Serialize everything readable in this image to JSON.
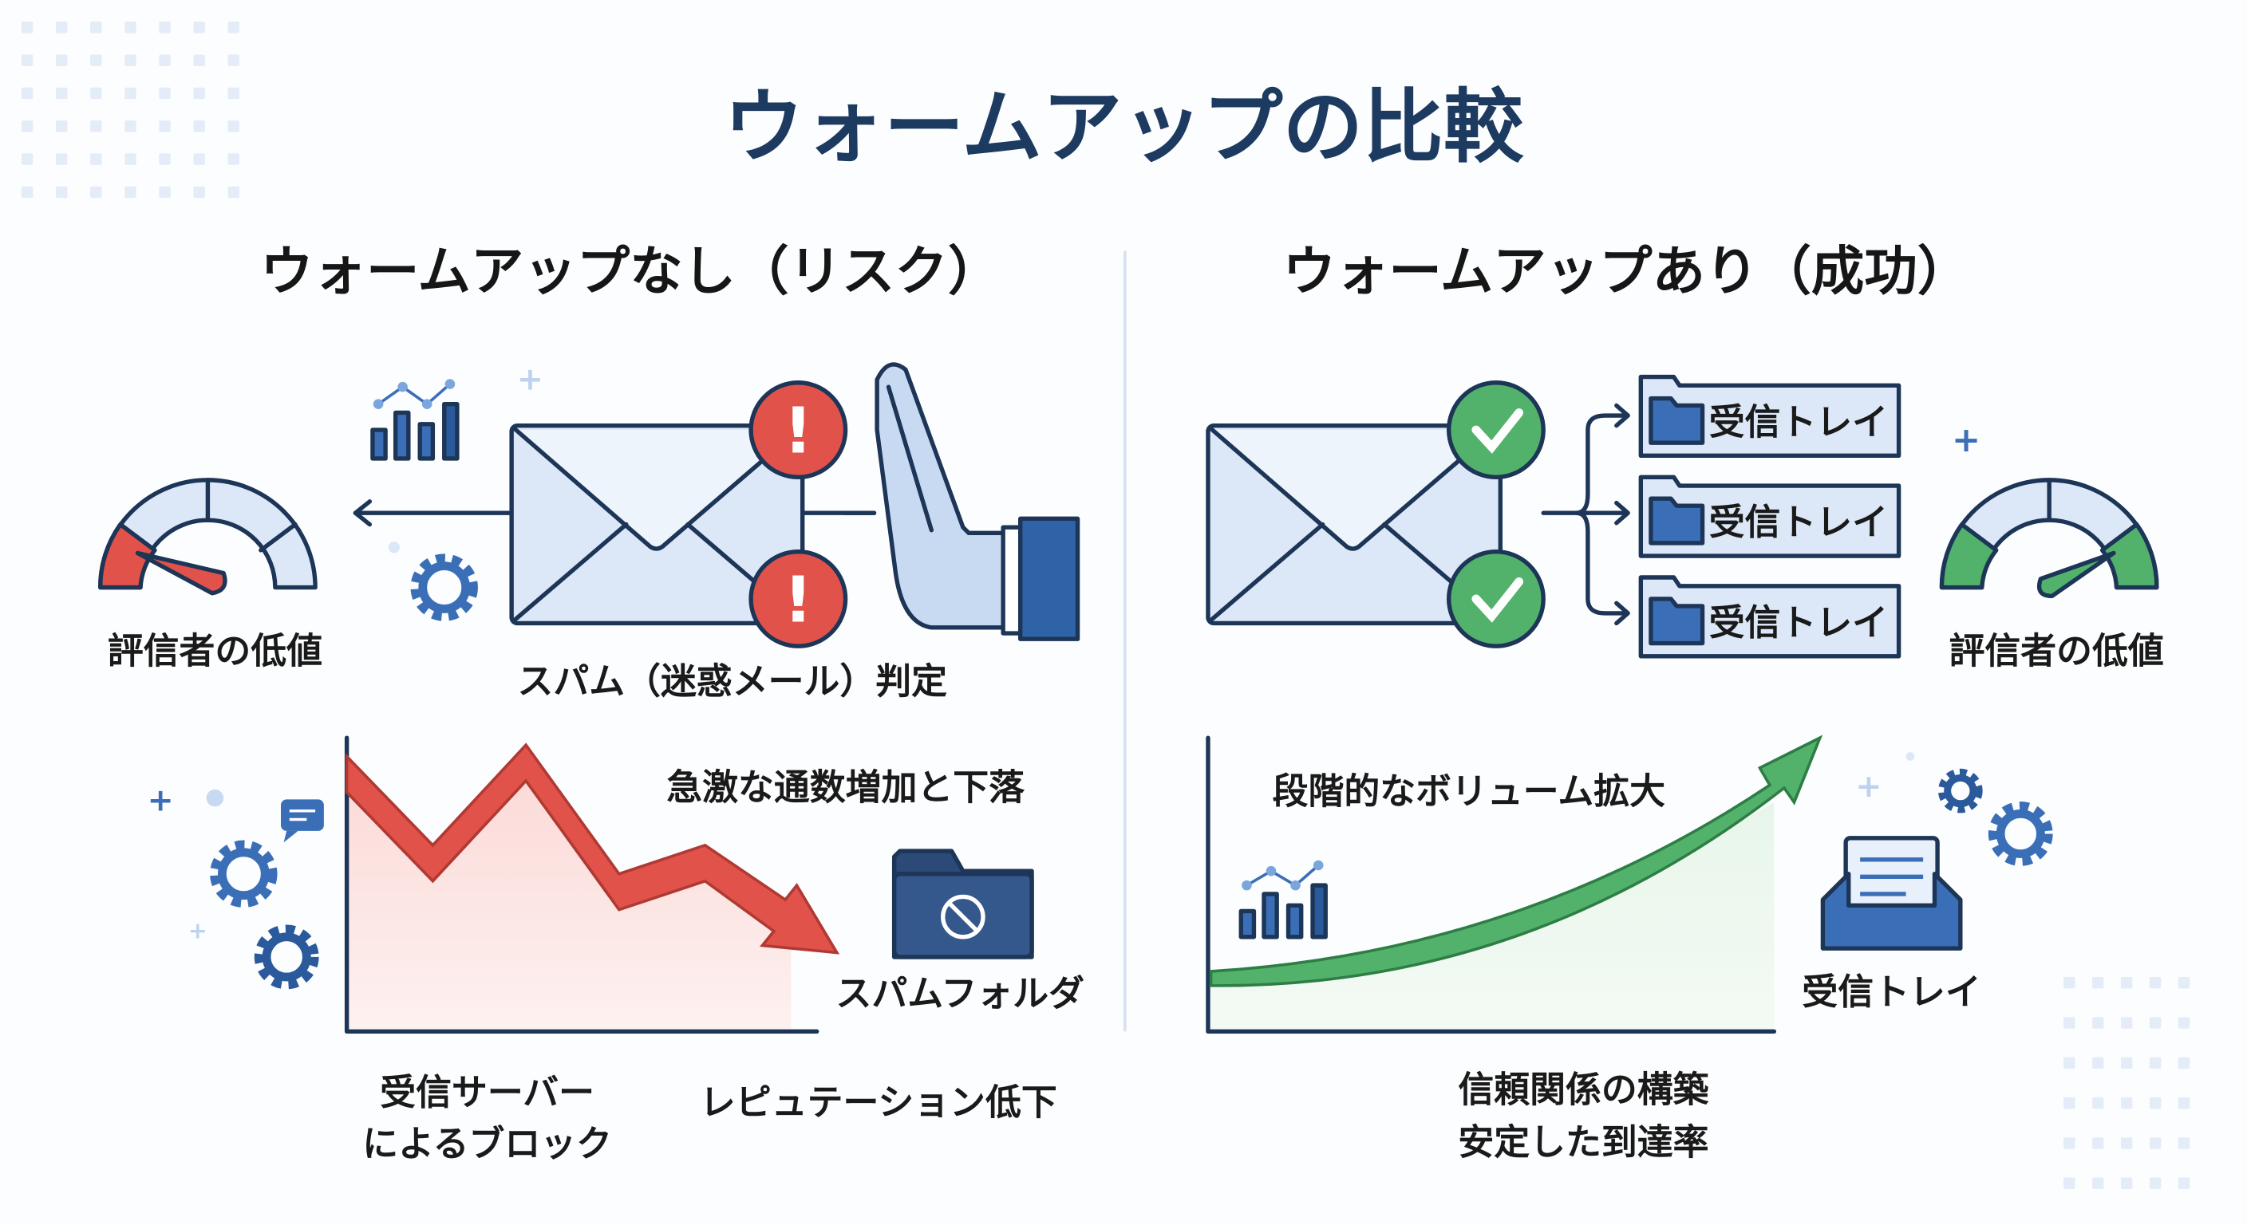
{
  "title": "ウォームアップの比較",
  "left": {
    "heading": "ウォームアップなし（リスク）",
    "gauge_label": "評信者の低値",
    "spam_label": "スパム（迷惑メール）判定",
    "chart_label": "急激な通数増加と下落",
    "folder_label": "スパムフォルダ",
    "block_label_line1": "受信サーバー",
    "block_label_line2": "によるブロック",
    "reputation_label": "レピュテーション低下"
  },
  "right": {
    "heading": "ウォームアップあり（成功）",
    "inbox_items": [
      "受信トレイ",
      "受信トレイ",
      "受信トレイ"
    ],
    "gauge_label": "評信者の低値",
    "chart_label": "段階的なボリューム拡大",
    "inbox_label": "受信トレイ",
    "trust_line1": "信頼関係の構築",
    "trust_line2": "安定した到達率"
  },
  "colors": {
    "navy": "#1d3557",
    "red": "#e0524a",
    "green": "#52b26b",
    "blue": "#3a6fb8",
    "light": "#dce8f8"
  }
}
